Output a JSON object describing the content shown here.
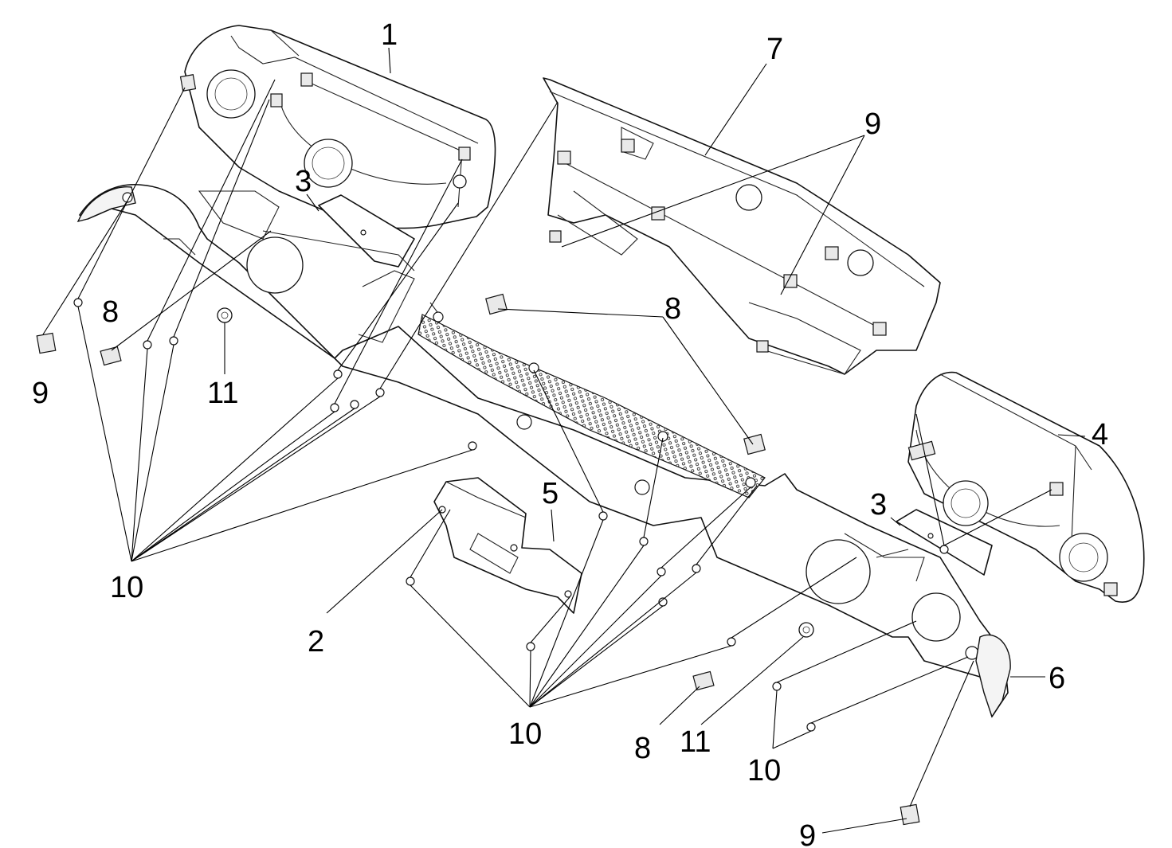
{
  "diagram": {
    "callouts": [
      {
        "id": "c1",
        "label": "1"
      },
      {
        "id": "c2",
        "label": "2"
      },
      {
        "id": "c3a",
        "label": "3"
      },
      {
        "id": "c3b",
        "label": "3"
      },
      {
        "id": "c4",
        "label": "4"
      },
      {
        "id": "c5",
        "label": "5"
      },
      {
        "id": "c6",
        "label": "6"
      },
      {
        "id": "c7",
        "label": "7"
      },
      {
        "id": "c8a",
        "label": "8"
      },
      {
        "id": "c8b",
        "label": "8"
      },
      {
        "id": "c8c",
        "label": "8"
      },
      {
        "id": "c9a",
        "label": "9"
      },
      {
        "id": "c9b",
        "label": "9"
      },
      {
        "id": "c9c",
        "label": "9"
      },
      {
        "id": "c10a",
        "label": "10"
      },
      {
        "id": "c10b",
        "label": "10"
      },
      {
        "id": "c10c",
        "label": "10"
      },
      {
        "id": "c11a",
        "label": "11"
      },
      {
        "id": "c11b",
        "label": "11"
      }
    ],
    "colors": {
      "line": "#111111",
      "background": "#ffffff"
    }
  }
}
